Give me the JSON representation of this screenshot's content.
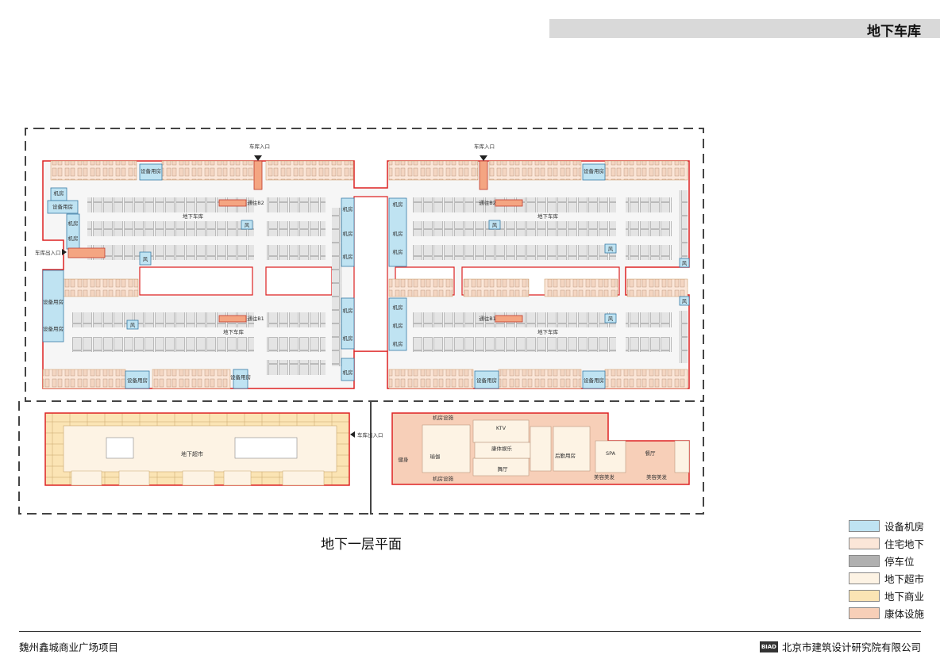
{
  "header": {
    "title": "地下车库"
  },
  "plan": {
    "caption": "地下一层平面",
    "labels": {
      "entrance_top": "车库入口",
      "entrance_side": "车库出入口",
      "entrance_mid": "车库出入口",
      "garage": "地下车库",
      "to_b2": "通往B2",
      "to_b1": "通往B1",
      "equip_room": "设备用房",
      "machine_room": "机房",
      "wind": "风",
      "supermarket": "地下超市",
      "ktv": "KTV",
      "machine_equip": "机房设施",
      "fitness": "健身",
      "yoga": "瑜伽",
      "sports_ent": "康体娱乐",
      "dance": "舞厅",
      "logistics": "后勤用房",
      "spa": "SPA",
      "dining": "餐厅",
      "beauty": "美容美发"
    }
  },
  "legend": [
    {
      "label": "设备机房",
      "color": "#bfe3f2"
    },
    {
      "label": "住宅地下",
      "color": "#fbe6d8"
    },
    {
      "label": "停车位",
      "color": "#b0b0b0"
    },
    {
      "label": "地下超市",
      "color": "#fdf3e4"
    },
    {
      "label": "地下商业",
      "color": "#fbe4b4"
    },
    {
      "label": "康体设施",
      "color": "#f7cfb8"
    }
  ],
  "footer": {
    "project": "魏州鑫城商业广场项目",
    "logo": "BIAD",
    "company": "北京市建筑设计研究院有限公司"
  }
}
